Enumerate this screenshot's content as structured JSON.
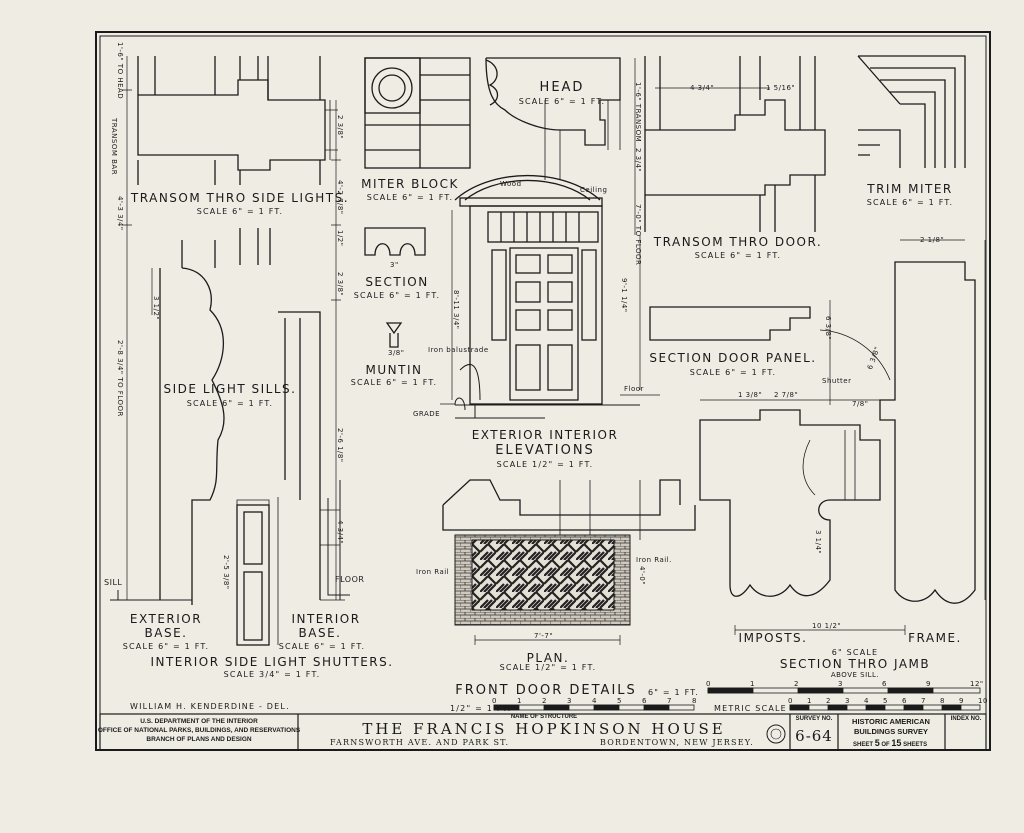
{
  "labels": {
    "transom_side_lights": "TRANSOM THRO SIDE LIGHTS.",
    "transom_side_lights_scale": "SCALE 6\" = 1 FT.",
    "miter_block": "MITER BLOCK",
    "miter_block_scale": "SCALE 6\" = 1 FT.",
    "head": "HEAD",
    "head_scale": "SCALE 6\" = 1 FT.",
    "transom_thro_door": "TRANSOM THRO DOOR.",
    "transom_thro_door_scale": "SCALE 6\" = 1 FT.",
    "trim_miter": "TRIM MITER",
    "trim_miter_scale": "SCALE 6\" = 1 FT.",
    "section": "SECTION",
    "section_scale": "SCALE 6\" = 1 FT.",
    "muntin": "MUNTIN",
    "muntin_scale": "SCALE 6\" = 1 FT.",
    "side_light_sills": "SIDE LIGHT SILLS.",
    "side_light_sills_scale": "SCALE 6\" = 1 FT.",
    "section_door_panel": "SECTION DOOR PANEL.",
    "section_door_panel_scale": "SCALE 6\" = 1 FT.",
    "exterior_interior": "EXTERIOR  INTERIOR",
    "elevations": "ELEVATIONS",
    "elevations_scale": "SCALE 1/2\" = 1 FT.",
    "exterior_base": "EXTERIOR",
    "exterior_base_2": "BASE.",
    "exterior_base_scale": "SCALE 6\" = 1 FT.",
    "interior_base": "INTERIOR",
    "interior_base_2": "BASE.",
    "interior_base_scale": "SCALE 6\" = 1 FT.",
    "interior_shutters": "INTERIOR SIDE LIGHT SHUTTERS.",
    "interior_shutters_scale": "SCALE 3/4\" = 1 FT.",
    "plan": "PLAN.",
    "plan_scale": "SCALE 1/2\" = 1 FT.",
    "imposts": "IMPOSTS.",
    "frame": "FRAME.",
    "section_thro_jamb_scale": "6\" SCALE",
    "section_thro_jamb": "SECTION THRO JAMB",
    "above_sill": "ABOVE SILL.",
    "front_door_details": "FRONT DOOR DETAILS",
    "scale_6": "6\" = 1 FT.",
    "scale_half": "1/2\" = 1 FT.",
    "metric_scale": "METRIC SCALE",
    "delineator": "WILLIAM H. KENDERDINE - DEL.",
    "sill": "SILL",
    "floor": "FLOOR",
    "floor2": "Floor",
    "grade": "GRADE",
    "ceiling": "Ceiling",
    "wood": "Wood",
    "shutter": "Shutter",
    "iron_rail": "Iron Rail",
    "iron_rail2": "Iron Rail.",
    "iron_balustrade": "Iron balustrade"
  },
  "dimensions": {
    "d1": "1'-6\" TO HEAD",
    "d2": "TRANSOM BAR",
    "d3": "4'-3 3/4\"",
    "d4": "2'-8 3/4\" TO FLOOR",
    "d5": "2 3/8\"",
    "d6": "4'-2 7/8\"",
    "d7": "1/2\"",
    "d8": "2 3/8\"",
    "d9": "3 1/2\"",
    "d10": "2'-6 1/8\"",
    "d11": "4 3/4\"",
    "d12": "3\"",
    "d13": "3/8\"",
    "d14": "4 3/4\"",
    "d15": "1 5/16\"",
    "d16": "1'-6\" TRANSOM",
    "d17": "2 3/4\"",
    "d18": "7'-0\" TO FLOOR",
    "d19": "2 1/8\"",
    "d20": "8'-11 3/4\"",
    "d21": "9'-1 1/4\"",
    "d22": "7'-7\"",
    "d23": "10 1/2\"",
    "d24": "6 3/8\"",
    "d25": "3 1/4\"",
    "d26": "1 3/8\"",
    "d27": "2 7/8\"",
    "d28": "7/8\"",
    "d29": "4'-0\"",
    "d30": "6 3/8\"",
    "d31": "2'-5 3/8\""
  },
  "metric_scale_ticks": [
    "0",
    "1",
    "2",
    "3",
    "4",
    "5",
    "6",
    "7",
    "8",
    "9",
    "10"
  ],
  "ft_scale_ticks": [
    "0",
    "1",
    "2",
    "3",
    "4",
    "5",
    "6",
    "7",
    "8"
  ],
  "inch_scale_ticks": [
    "0",
    "1",
    "2",
    "3",
    "6",
    "9",
    "12\""
  ],
  "title_block": {
    "agency_line1": "U.S. DEPARTMENT OF THE INTERIOR",
    "agency_line2": "OFFICE OF NATIONAL PARKS, BUILDINGS, AND RESERVATIONS",
    "agency_line3": "BRANCH OF PLANS AND DESIGN",
    "name_of_structure_label": "NAME OF STRUCTURE",
    "structure_name": "THE FRANCIS HOPKINSON HOUSE",
    "address": "FARNSWORTH AVE. AND PARK ST.",
    "city": "BORDENTOWN, NEW JERSEY.",
    "survey_no_label": "SURVEY NO.",
    "survey_no": "6-64",
    "habs_line1": "HISTORIC AMERICAN",
    "habs_line2": "BUILDINGS SURVEY",
    "sheet_label": "SHEET",
    "sheet_no": "5",
    "of_label": "OF",
    "sheet_total": "15",
    "sheets_label": "SHEETS",
    "index_no_label": "INDEX NO."
  },
  "colors": {
    "paper": "#efece4",
    "ink": "#1b1b1b",
    "brick": "#3a3a3a"
  }
}
